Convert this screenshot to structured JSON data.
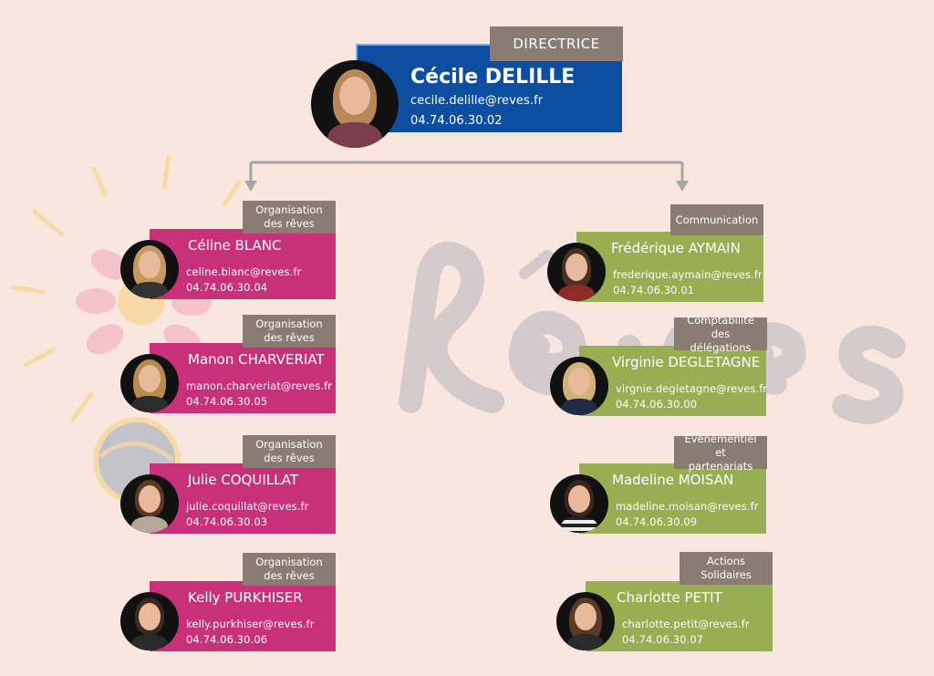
{
  "director": {
    "role": "DIRECTRICE",
    "name": "Cécile DELILLE",
    "email": "cecile.delille@reves.fr",
    "phone": "04.74.06.30.02"
  },
  "background_text": "Rêves",
  "left_team": [
    {
      "role_line1": "Organisation",
      "role_line2": "des rêves",
      "name": "Céline BLANC",
      "email": "celine.blanc@reves.fr",
      "phone": "04.74.06.30.04"
    },
    {
      "role_line1": "Organisation",
      "role_line2": "des rêves",
      "name": "Manon CHARVERIAT",
      "email": "manon.charveriat@reves.fr",
      "phone": "04.74.06.30.05"
    },
    {
      "role_line1": "Organisation",
      "role_line2": "des rêves",
      "name": "Julie COQUILLAT",
      "email": "julie.coquillat@reves.fr",
      "phone": "04.74.06.30.03"
    },
    {
      "role_line1": "Organisation",
      "role_line2": "des rêves",
      "name": "Kelly PURKHISER",
      "email": "kelly.purkhiser@reves.fr",
      "phone": "04.74.06.30.06"
    }
  ],
  "right_team": [
    {
      "role_line1": "Communication",
      "role_line2": "",
      "name": "Frédérique AYMAIN",
      "email": "frederique.aymain@reves.fr",
      "phone": "04.74.06.30.01"
    },
    {
      "role_line1": "Comptabilité des",
      "role_line2": "délégations",
      "name": "Virginie DEGLETAGNE",
      "email": "virgnie.degletagne@reves.fr",
      "phone": "04.74.06.30.00"
    },
    {
      "role_line1": "Évènementiel et",
      "role_line2": "partenariats",
      "name": "Madeline MOISAN",
      "email": "madeline.moisan@reves.fr",
      "phone": "04.74.06.30.09"
    },
    {
      "role_line1": "Actions",
      "role_line2": "Solidaires",
      "name": "Charlotte PETIT",
      "email": "charlotte.petit@reves.fr",
      "phone": "04.74.06.30.07"
    }
  ],
  "colors": {
    "background": "#f9e6df",
    "director": "#0d4ea1",
    "left_cards": "#c8307a",
    "right_cards": "#97ae52",
    "role_tags": "#8a7b73",
    "connectors": "#a6a6a6"
  }
}
